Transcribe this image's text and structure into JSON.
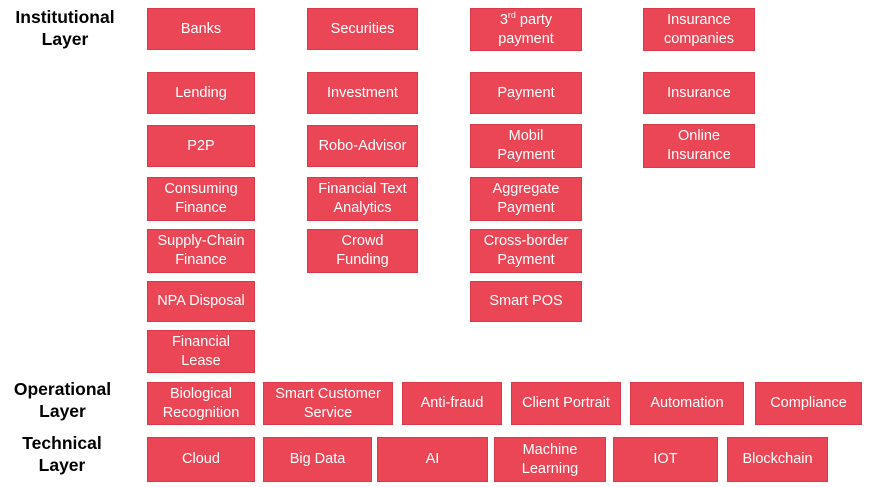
{
  "colors": {
    "box_fill": "#ea4656",
    "box_border": "#d93a4b",
    "box_text": "#ffffff",
    "label_text": "#000000",
    "background": "#ffffff"
  },
  "layer_labels": {
    "institutional": "Institutional\nLayer",
    "operational": "Operational\nLayer",
    "technical": "Technical\nLayer"
  },
  "institutional": {
    "col1": {
      "banks": "Banks",
      "lending": "Lending",
      "p2p": "P2P",
      "consuming_finance": "Consuming\nFinance",
      "supply_chain_finance": "Supply-Chain\nFinance",
      "npa_disposal": "NPA Disposal",
      "financial_lease": "Financial\nLease"
    },
    "col2": {
      "securities": "Securities",
      "investment": "Investment",
      "robo_advisor": "Robo-Advisor",
      "financial_text_analytics": "Financial Text\nAnalytics",
      "crowd_funding": "Crowd\nFunding"
    },
    "col3": {
      "third_party_payment": {
        "num": "3",
        "sup": "rd",
        "rest": " party\npayment"
      },
      "payment": "Payment",
      "mobil_payment": "Mobil\nPayment",
      "aggregate_payment": "Aggregate\nPayment",
      "cross_border_payment": "Cross-border\nPayment",
      "smart_pos": "Smart POS"
    },
    "col4": {
      "insurance_companies": "Insurance\ncompanies",
      "insurance": "Insurance",
      "online_insurance": "Online\nInsurance"
    }
  },
  "operational": {
    "items": {
      "biological_recognition": "Biological\nRecognition",
      "smart_customer_service": "Smart Customer\nService",
      "anti_fraud": "Anti-fraud",
      "client_portrait": "Client Portrait",
      "automation": "Automation",
      "compliance": "Compliance"
    }
  },
  "technical": {
    "items": {
      "cloud": "Cloud",
      "big_data": "Big Data",
      "ai": "AI",
      "machine_learning": "Machine\nLearning",
      "iot": "IOT",
      "blockchain": "Blockchain"
    }
  }
}
